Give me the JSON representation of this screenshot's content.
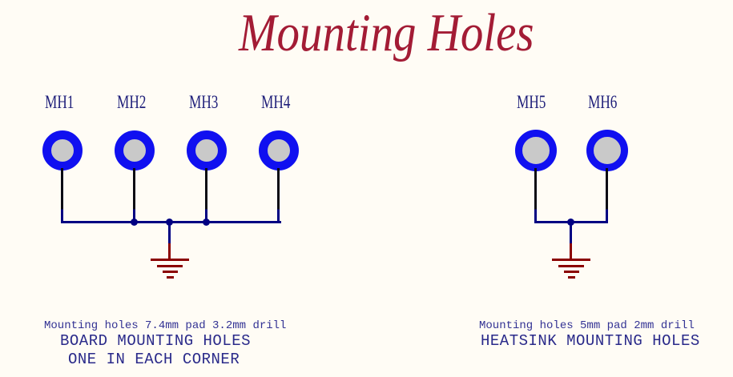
{
  "title": {
    "text": "Mounting Holes"
  },
  "holes": [
    {
      "label": "MH1"
    },
    {
      "label": "MH2"
    },
    {
      "label": "MH3"
    },
    {
      "label": "MH4"
    },
    {
      "label": "MH5"
    },
    {
      "label": "MH6"
    }
  ],
  "notes": {
    "board": {
      "detail": "Mounting holes 7.4mm pad 3.2mm drill",
      "line1": "BOARD MOUNTING HOLES",
      "line2": "ONE IN EACH CORNER"
    },
    "heatsink": {
      "detail": "Mounting holes 5mm pad 2mm drill",
      "line1": "HEATSINK MOUNTING HOLES"
    }
  },
  "colors": {
    "bg": "#FFFCF5",
    "title-red": "#A31C35",
    "wire-navy": "#000082",
    "pin-black": "#0A0A14",
    "pad-blue": "#1010F0",
    "drill-gray": "#C9C9C9",
    "ground-red": "#8B0000",
    "label-navy": "#1F1F7A",
    "note-navy-small": "#333394",
    "note-navy-caps": "#2A2A8A"
  }
}
